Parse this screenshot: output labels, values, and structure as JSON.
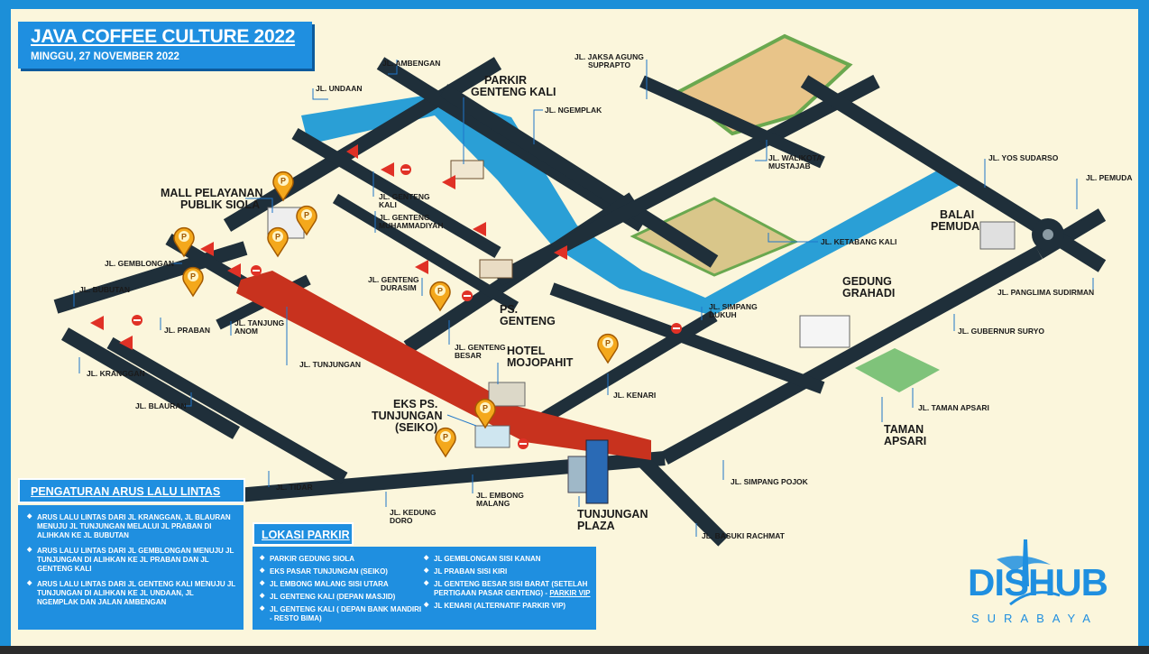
{
  "title": "JAVA COFFEE CULTURE 2022",
  "date": "MINGGU, 27 NOVEMBER 2022",
  "colors": {
    "frame": "#1c8fd8",
    "road": "#1f2f3a",
    "closed_road": "#c8321e",
    "river": "#2a9fd6",
    "background": "#fbf6dc",
    "parking_marker": "#f4a81c"
  },
  "streets": {
    "ambengan": "JL. AMBENGAN",
    "undaan": "JL. UNDAAN",
    "jaksa_agung_1": "JL. JAKSA AGUNG",
    "jaksa_agung_2": "SUPRAPTO",
    "ngemplak": "JL. NGEMPLAK",
    "walikota_1": "JL. WALIKOTA",
    "walikota_2": "MUSTAJAB",
    "yos_sudarso": "JL. YOS SUDARSO",
    "pemuda": "JL. PEMUDA",
    "genteng_kali_1": "JL. GENTENG",
    "genteng_kali_2": "KALI",
    "genteng_muh_1": "JL. GENTENG",
    "genteng_muh_2": "MUHAMMADIYAH",
    "ketabang_kali": "JL. KETABANG KALI",
    "gemblongan": "JL. GEMBLONGAN",
    "bubutan": "JL. BUBUTAN",
    "genteng_durasim_1": "JL. GENTENG",
    "genteng_durasim_2": "DURASIM",
    "panglima": "JL. PANGLIMA SUDIRMAN",
    "praban": "JL. PRABAN",
    "tanjung_1": "JL. TANJUNG",
    "tanjung_2": "ANOM",
    "simpang_dukuh_1": "JL. SIMPANG",
    "simpang_dukuh_2": "DUKUH",
    "gubernur": "JL. GUBERNUR SURYO",
    "kranggan": "JL. KRANGGAN",
    "tunjungan": "JL. TUNJUNGAN",
    "genteng_besar_1": "JL. GENTENG",
    "genteng_besar_2": "BESAR",
    "kenari": "JL. KENARI",
    "blauran": "JL. BLAURAN",
    "taman_apsari": "JL. TAMAN APSARI",
    "tidar": "JL. TIDAR",
    "kedung_1": "JL. KEDUNG",
    "kedung_2": "DORO",
    "embong_1": "JL. EMBONG",
    "embong_2": "MALANG",
    "simpang_pojok": "JL. SIMPANG POJOK",
    "basuki": "JL. BASUKI RACHMAT"
  },
  "places": {
    "parkir_gk_1": "PARKIR",
    "parkir_gk_2": "GENTENG KALI",
    "mall_1": "MALL PELAYANAN",
    "mall_2": "PUBLIK SIOLA",
    "balai_1": "BALAI",
    "balai_2": "PEMUDA",
    "grahadi_1": "GEDUNG",
    "grahadi_2": "GRAHADI",
    "ps_genteng_1": "PS.",
    "ps_genteng_2": "GENTENG",
    "hotel_1": "HOTEL",
    "hotel_2": "MOJOPAHIT",
    "eks_1": "EKS PS.",
    "eks_2": "TUNJUNGAN",
    "eks_3": "(SEIKO)",
    "apsari_1": "TAMAN",
    "apsari_2": "APSARI",
    "tp_1": "TUNJUNGAN",
    "tp_2": "PLAZA"
  },
  "traffic_panel": {
    "heading": "PENGATURAN ARUS LALU LINTAS",
    "items": [
      "ARUS LALU LINTAS DARI JL KRANGGAN, JL BLAURAN MENUJU JL TUNJUNGAN MELALUI JL PRABAN DI ALIHKAN KE JL BUBUTAN",
      "ARUS LALU LINTAS DARI JL GEMBLONGAN MENUJU JL TUNJUNGAN DI ALIHKAN KE JL PRABAN DAN JL GENTENG KALI",
      "ARUS LALU LINTAS DARI JL GENTENG KALI MENUJU JL TUNJUNGAN DI ALIHKAN KE JL UNDAAN, JL NGEMPLAK DAN JALAN AMBENGAN"
    ]
  },
  "parking_panel": {
    "heading": "LOKASI PARKIR",
    "left": [
      "PARKIR GEDUNG SIOLA",
      "EKS PASAR TUNJUNGAN (SEIKO)",
      "JL EMBONG MALANG SISI UTARA",
      "JL GENTENG KALI (DEPAN MASJID)",
      "JL GENTENG KALI ( DEPAN BANK MANDIRI - RESTO BIMA)"
    ],
    "right": [
      "JL GEMBLONGAN SISI KANAN",
      "JL PRABAN SISI KIRI",
      "JL GENTENG BESAR SISI BARAT (SETELAH PERTIGAAN PASAR GENTENG) -",
      "JL KENARI (ALTERNATIF PARKIR VIP)"
    ],
    "vip_link": "PARKIR VIP"
  },
  "logo": {
    "text": "DISHUB",
    "subtitle": "SURABAYA"
  },
  "marker_glyph": "P"
}
